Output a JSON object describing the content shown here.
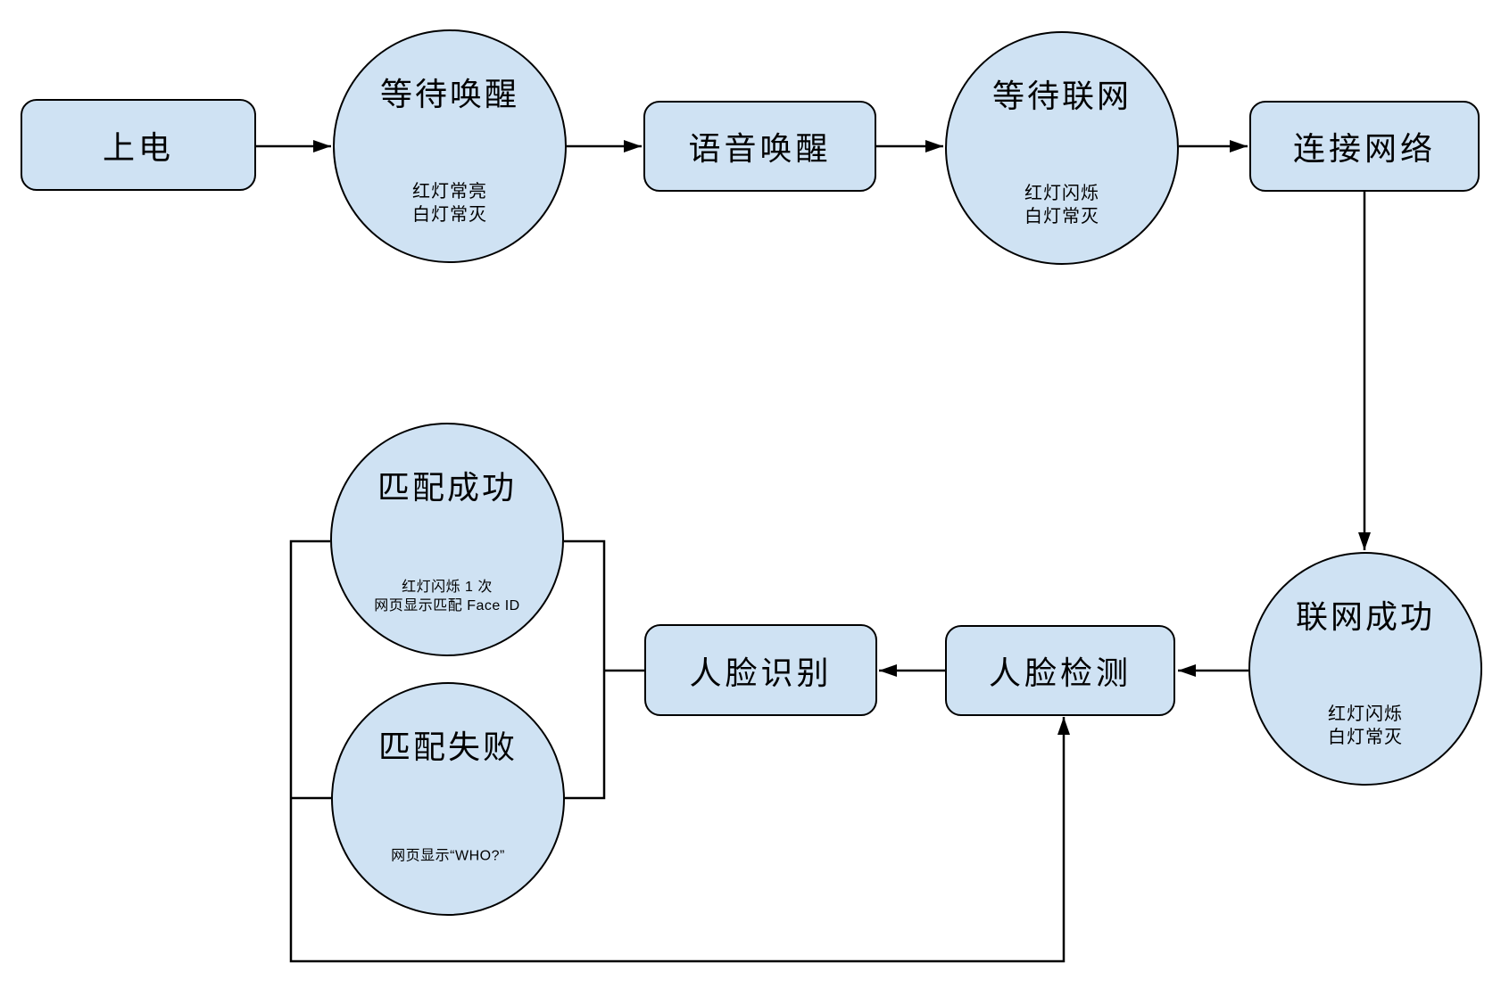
{
  "diagram": {
    "colors": {
      "background": "#ffffff",
      "node_fill": "#cfe2f3",
      "node_border": "#000000",
      "edge": "#000000"
    },
    "nodes": {
      "power_on": {
        "label": "上电"
      },
      "wait_wake": {
        "title": "等待唤醒",
        "status": [
          "红灯常亮",
          "白灯常灭"
        ]
      },
      "voice_wake": {
        "label": "语音唤醒"
      },
      "wait_network": {
        "title": "等待联网",
        "status": [
          "红灯闪烁",
          "白灯常灭"
        ]
      },
      "connect_network": {
        "label": "连接网络"
      },
      "network_success": {
        "title": "联网成功",
        "status": [
          "红灯闪烁",
          "白灯常灭"
        ]
      },
      "face_detect": {
        "label": "人脸检测"
      },
      "face_recognize": {
        "label": "人脸识别"
      },
      "match_success": {
        "title": "匹配成功",
        "status": [
          "红灯闪烁 1 次",
          "网页显示匹配 Face ID"
        ]
      },
      "match_fail": {
        "title": "匹配失败",
        "status": [
          "网页显示“WHO?”"
        ]
      }
    }
  }
}
